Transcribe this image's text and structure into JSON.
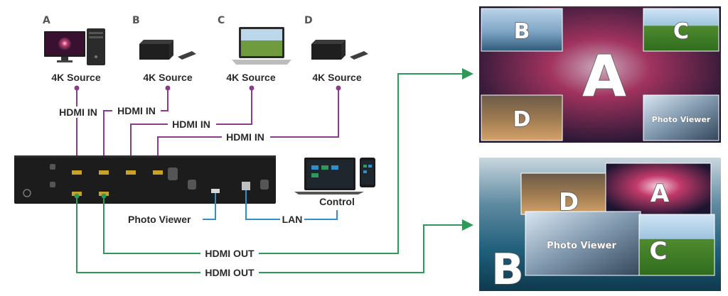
{
  "sources": [
    {
      "letter": "A",
      "label": "4K Source",
      "device": "pc-with-monitor"
    },
    {
      "letter": "B",
      "label": "4K Source",
      "device": "media-box"
    },
    {
      "letter": "C",
      "label": "4K Source",
      "device": "laptop"
    },
    {
      "letter": "D",
      "label": "4K Source",
      "device": "media-box"
    }
  ],
  "connections": {
    "hdmi_in": "HDMI IN",
    "hdmi_out": "HDMI OUT",
    "lan": "LAN"
  },
  "device_labels": {
    "photo_viewer": "Photo Viewer",
    "control": "Control"
  },
  "screen_top": {
    "tiles": [
      {
        "letter": "B",
        "scene": "waterfall"
      },
      {
        "letter": "A",
        "scene": "fireworks"
      },
      {
        "letter": "C",
        "scene": "field"
      },
      {
        "letter": "D",
        "scene": "gym"
      },
      {
        "letter": "Photo Viewer",
        "scene": "buildings"
      }
    ]
  },
  "screen_bottom": {
    "tiles": [
      {
        "letter": "B",
        "scene": "ocean"
      },
      {
        "letter": "D",
        "scene": "gym"
      },
      {
        "letter": "A",
        "scene": "fireworks"
      },
      {
        "letter": "Photo Viewer",
        "scene": "buildings"
      },
      {
        "letter": "C",
        "scene": "field"
      }
    ]
  },
  "colors": {
    "hdmi_in_line": "#8a3c8f",
    "hdmi_out_line": "#2e9a5a",
    "photo_viewer_line": "#2e8fce",
    "lan_line": "#2e8fce"
  }
}
